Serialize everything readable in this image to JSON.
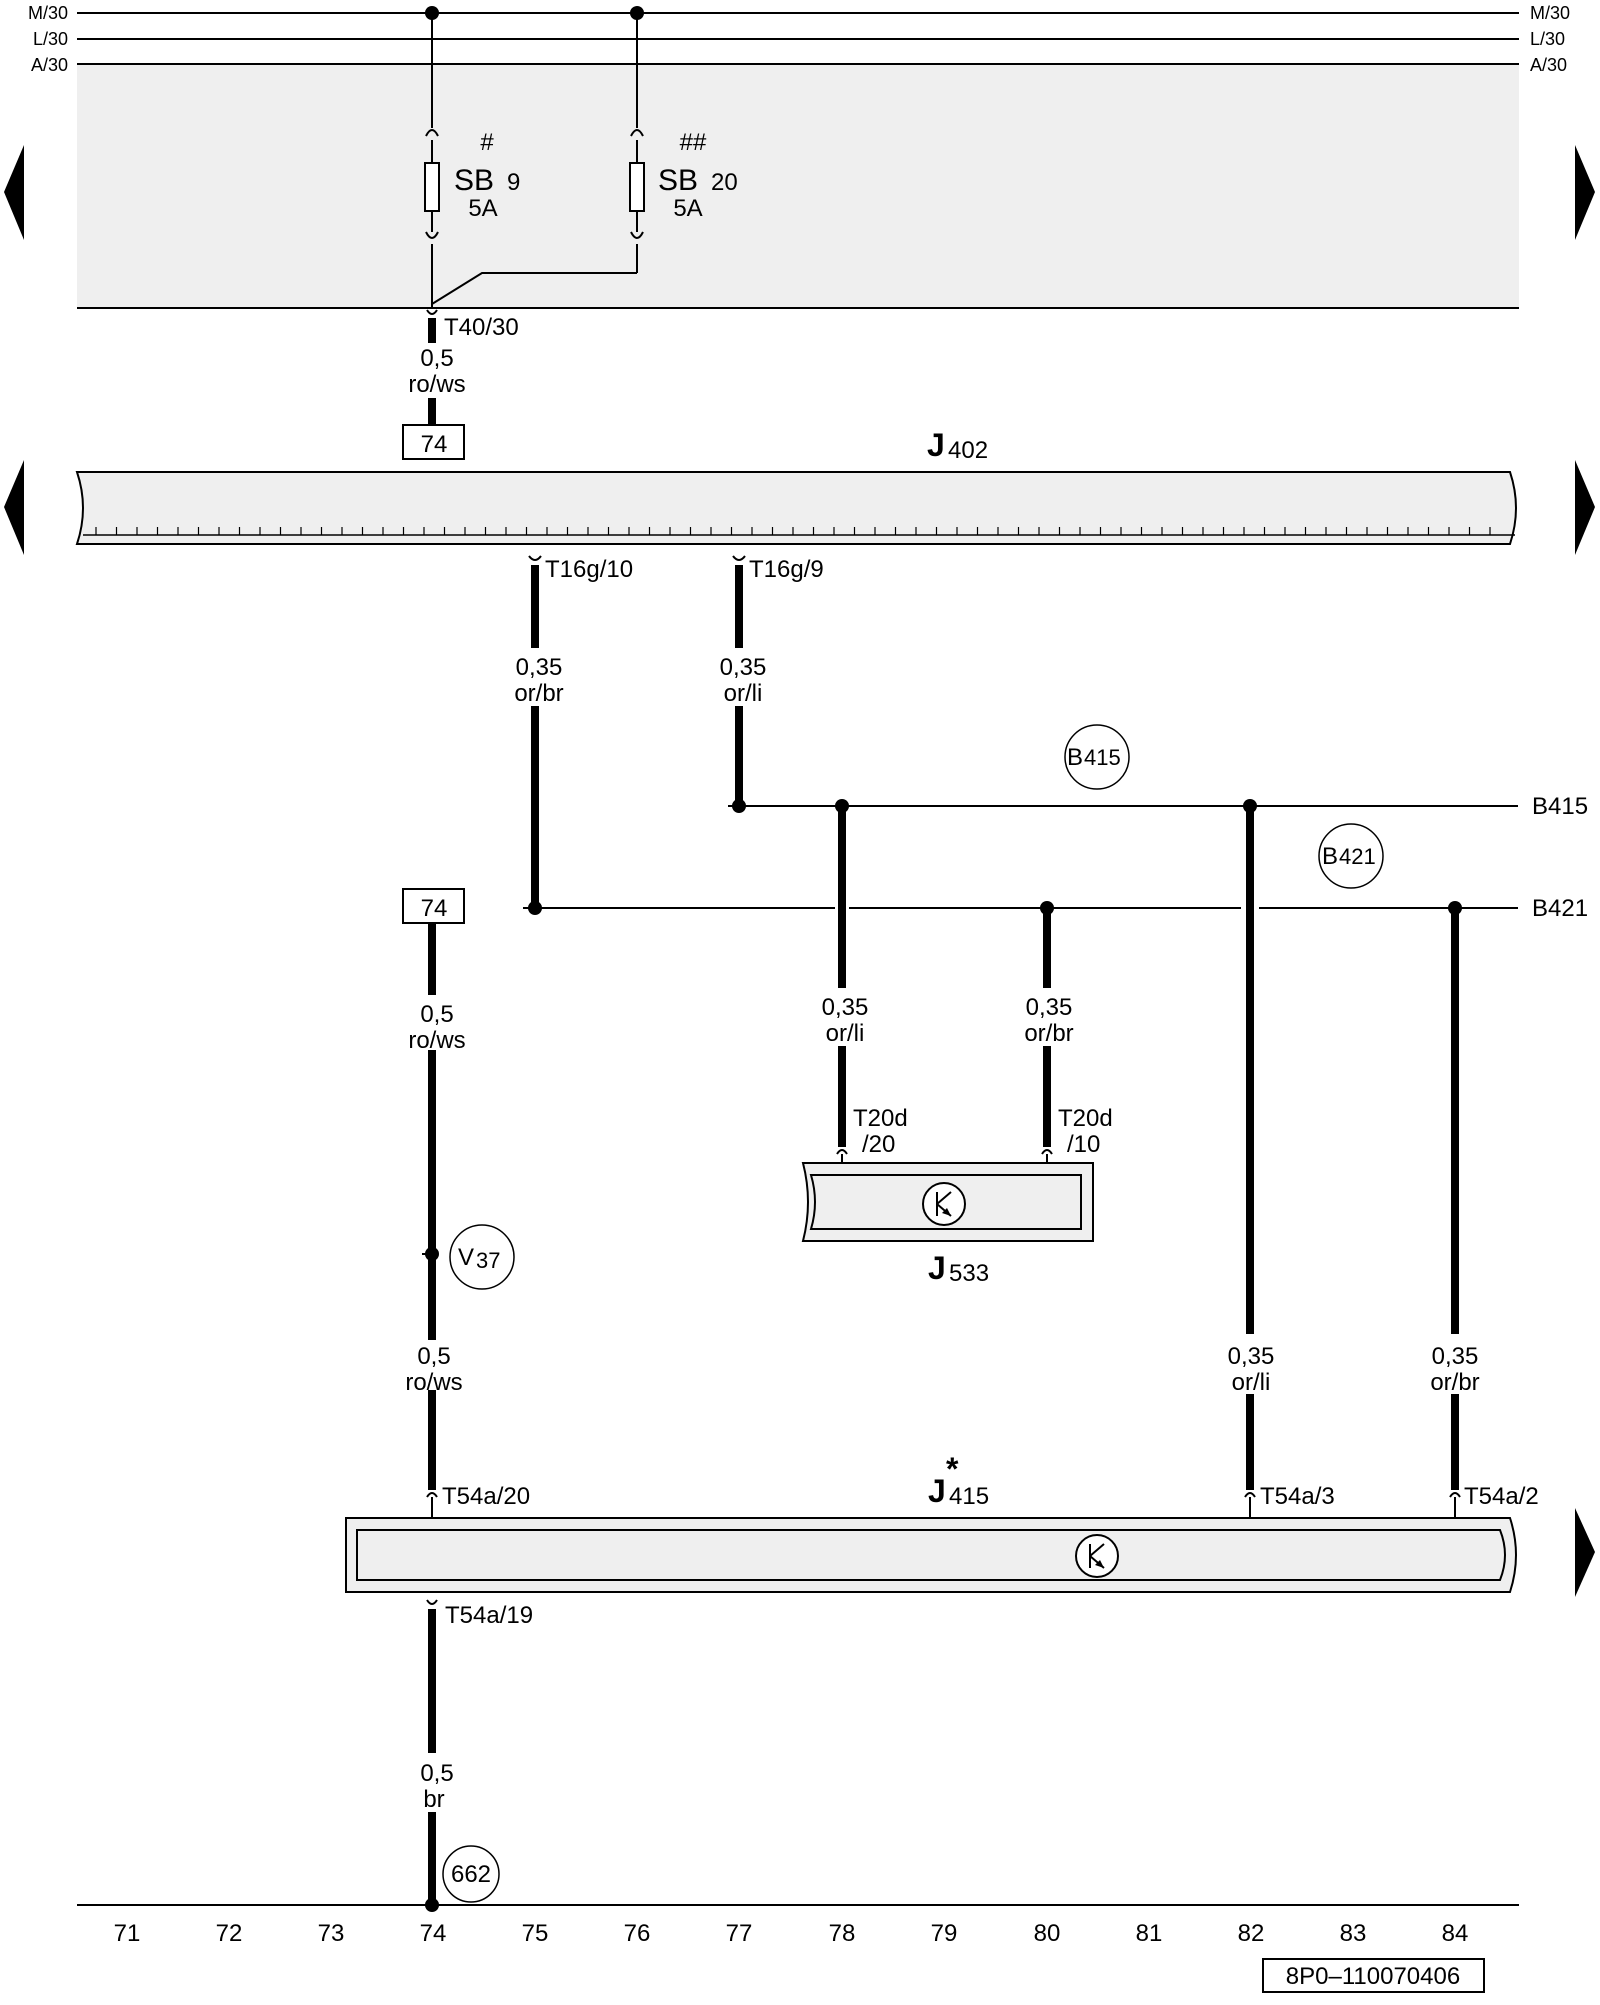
{
  "bus_lines": [
    "M/30",
    "L/30",
    "A/30"
  ],
  "fuses": [
    {
      "symbol": "#",
      "name": "SB",
      "number": "9",
      "rating": "5A"
    },
    {
      "symbol": "##",
      "name": "SB",
      "number": "20",
      "rating": "5A"
    }
  ],
  "connectors": {
    "t40_30": "T40/30",
    "t16g_10": "T16g/10",
    "t16g_9": "T16g/9",
    "t20d_20_a": "T20d",
    "t20d_20_b": "/20",
    "t20d_10_a": "T20d",
    "t20d_10_b": "/10",
    "t54a_20": "T54a/20",
    "t54a_19": "T54a/19",
    "t54a_3": "T54a/3",
    "t54a_2": "T54a/2"
  },
  "wires": {
    "w_t40": {
      "size": "0,5",
      "color": "ro/ws"
    },
    "w_t16g10": {
      "size": "0,35",
      "color": "or/br"
    },
    "w_t16g9": {
      "size": "0,35",
      "color": "or/li"
    },
    "w_upper74": {
      "size": "0,5",
      "color": "ro/ws"
    },
    "w_lower74": {
      "size": "0,5",
      "color": "ro/ws"
    },
    "w_j533_li": {
      "size": "0,35",
      "color": "or/li"
    },
    "w_j533_br": {
      "size": "0,35",
      "color": "or/br"
    },
    "w_82": {
      "size": "0,35",
      "color": "or/li"
    },
    "w_84": {
      "size": "0,35",
      "color": "or/br"
    },
    "w_ground": {
      "size": "0,5",
      "color": "br"
    }
  },
  "boxes": {
    "ref_top": "74",
    "ref_mid": "74"
  },
  "components": {
    "j402": {
      "letter": "J",
      "number": "402"
    },
    "j533": {
      "letter": "J",
      "number": "533"
    },
    "j415": {
      "letter": "J",
      "number": "415",
      "mark": "*"
    }
  },
  "bus_labels": {
    "b415": "B415",
    "b421": "B421"
  },
  "circles": {
    "b415": {
      "letter": "B",
      "number": "415"
    },
    "b421": {
      "letter": "B",
      "number": "421"
    },
    "v37": {
      "letter": "V",
      "number": "37"
    },
    "g662": {
      "label": "662"
    }
  },
  "track_numbers": [
    "71",
    "72",
    "73",
    "74",
    "75",
    "76",
    "77",
    "78",
    "79",
    "80",
    "81",
    "82",
    "83",
    "84"
  ],
  "diagram_code": "8P0–110070406"
}
